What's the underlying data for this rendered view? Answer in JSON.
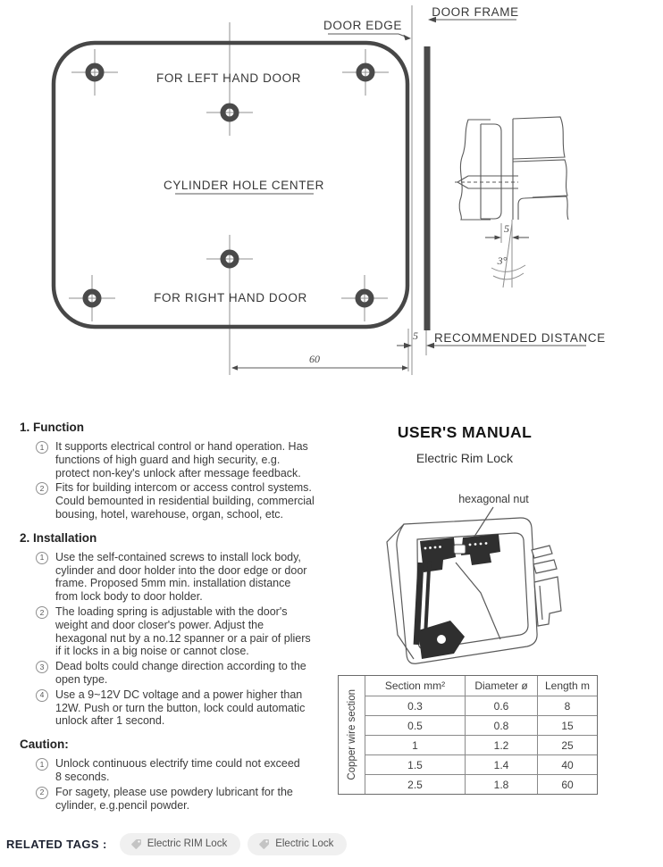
{
  "diagram": {
    "labels": {
      "door_edge": "DOOR EDGE",
      "door_frame": "DOOR FRAME",
      "for_left_hand_door": "FOR LEFT HAND DOOR",
      "cylinder_hole_center": "CYLINDER HOLE CENTER",
      "for_right_hand_door": "FOR RIGHT HAND DOOR",
      "recommended_distance": "RECOMMENDED DISTANCE"
    },
    "dimensions": {
      "width_60": "60",
      "gap_5": "5",
      "side_gap_5": "5",
      "angle_3": "3°"
    }
  },
  "manual": {
    "title": "USER'S MANUAL",
    "subtitle": "Electric Rim Lock",
    "hex_nut_label": "hexagonal nut"
  },
  "sections": [
    {
      "heading": "1. Function",
      "items": [
        {
          "num": "1",
          "text": "It supports electrical control or hand operation. Has\nfunctions of high guard and high security, e.g.\nprotect non-key's unlock after message feedback."
        },
        {
          "num": "2",
          "text": "Fits for building intercom or access control systems.\nCould bemounted in residential building, commercial\nbousing, hotel, warehouse, organ, school, etc."
        }
      ]
    },
    {
      "heading": "2. Installation",
      "items": [
        {
          "num": "1",
          "text": "Use the self-contained screws to install lock body,\ncylinder and door holder into the door edge or door\nframe. Proposed 5mm min. installation distance\nfrom lock body to door holder."
        },
        {
          "num": "2",
          "text": "The loading spring is adjustable with the door's\nweight and door closer's power. Adjust the\nhexagonal nut by a no.12 spanner or a pair of pliers\nif it locks in a big noise or cannot close."
        },
        {
          "num": "3",
          "text": "Dead bolts could change direction according to the\nopen type."
        },
        {
          "num": "4",
          "text": "Use a 9~12V DC voltage and a power higher than\n12W. Push or turn the button, lock could automatic\nunlock after 1 second."
        }
      ]
    },
    {
      "heading": "Caution:",
      "items": [
        {
          "num": "1",
          "text": "Unlock continuous electrify time could not exceed\n8 seconds."
        },
        {
          "num": "2",
          "text": "For sagety, please use powdery lubricant for the\ncylinder, e.g.pencil powder."
        }
      ]
    }
  ],
  "wire_table": {
    "side_label": "Copper wire section",
    "headers": [
      "Section mm²",
      "Diameter ø",
      "Length m"
    ],
    "rows": [
      [
        "0.3",
        "0.6",
        "8"
      ],
      [
        "0.5",
        "0.8",
        "15"
      ],
      [
        "1",
        "1.2",
        "25"
      ],
      [
        "1.5",
        "1.4",
        "40"
      ],
      [
        "2.5",
        "1.8",
        "60"
      ]
    ]
  },
  "related_tags": {
    "label": "RELATED TAGS :",
    "tags": [
      {
        "label": "Electric RIM Lock"
      },
      {
        "label": "Electric Lock"
      }
    ]
  }
}
